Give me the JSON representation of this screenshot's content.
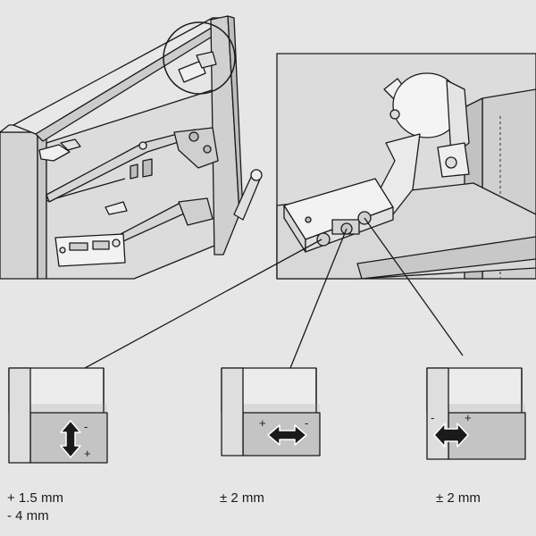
{
  "adjustments": [
    {
      "lines": [
        "+ 1.5 mm",
        "- 4 mm"
      ]
    },
    {
      "lines": [
        "± 2 mm"
      ]
    },
    {
      "lines": [
        "± 2 mm"
      ]
    }
  ],
  "detail_signs": {
    "left": {
      "minus": "-",
      "plus": "+"
    },
    "middle": {
      "plus": "+",
      "minus": "-"
    },
    "right": {
      "minus": "-",
      "plus": "+"
    }
  },
  "colors": {
    "background": "#e6e6e6",
    "panel_light": "#ececec",
    "panel_mid": "#d9d9d9",
    "panel_dark": "#c4c4c4",
    "shadow": "#b9b9b9",
    "stroke": "#1a1a1a"
  }
}
